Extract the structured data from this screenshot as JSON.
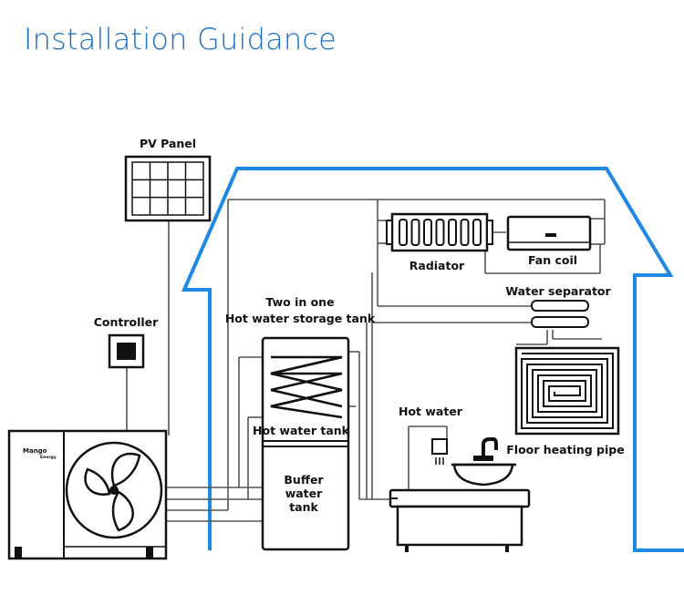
{
  "title": "Installation Guidance",
  "labels": {
    "pv_panel": "PV Panel",
    "controller": "Controller",
    "two_in_one": "Two in one",
    "storage_tank": "Hot water storage tank",
    "hot_water_tank": "Hot water tank",
    "buffer_1": "Buffer",
    "buffer_2": "water",
    "buffer_3": "tank",
    "radiator": "Radiator",
    "fan_coil": "Fan coil",
    "water_separator": "Water separator",
    "hot_water": "Hot water",
    "floor_heating": "Floor heating pipe"
  },
  "brand": {
    "logo_text": "Mango",
    "logo_sub": "Energy"
  },
  "colors": {
    "title": "#1a6fc4",
    "house_outline": "#1e88e5",
    "pipes": "#555555",
    "outline": "#111111"
  },
  "icons": [
    "solar-panel-icon",
    "controller-icon",
    "heat-pump-fan-icon",
    "radiator-icon",
    "fan-coil-icon",
    "water-separator-icon",
    "floor-heating-coil-icon",
    "faucet-icon",
    "water-heater-icon",
    "bathtub-icon"
  ]
}
